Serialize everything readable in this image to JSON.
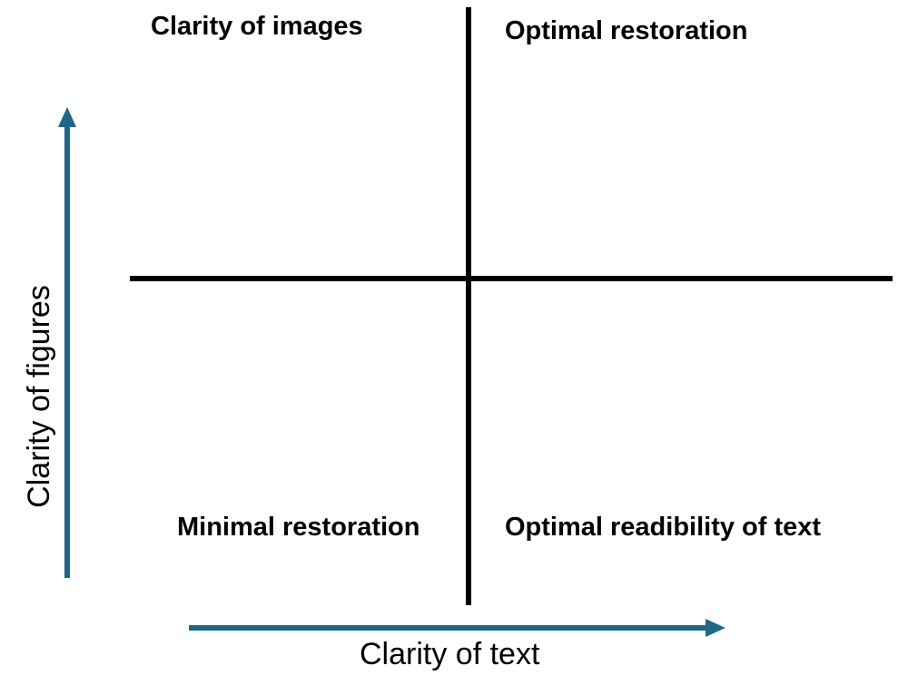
{
  "quadrants": {
    "top_left": "Clarity of images",
    "top_right": "Optimal restoration",
    "bottom_left": "Minimal restoration",
    "bottom_right": "Optimal readibility of text"
  },
  "axes": {
    "x_title": "Clarity of text",
    "y_title": "Clarity of figures",
    "arrow_color": "#1f6688",
    "divider_color": "#000000"
  }
}
